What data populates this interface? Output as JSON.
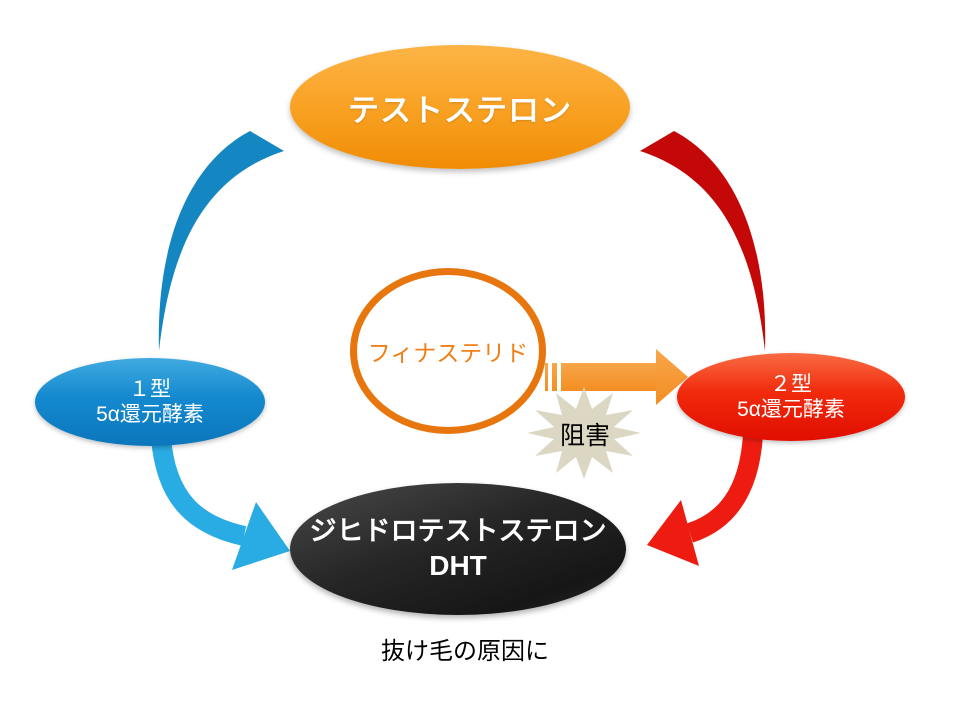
{
  "diagram": {
    "caption": "抜け毛の原因に",
    "nodes": {
      "testosterone": {
        "label": "テストステロン",
        "color": "#F59B1E"
      },
      "type1_reductase": {
        "line1": "１型",
        "line2": "5α還元酵素",
        "color": "#1489CF"
      },
      "type2_reductase": {
        "line1": "２型",
        "line2": "5α還元酵素",
        "color": "#F12A0C"
      },
      "dht": {
        "line1": "ジヒドロテストステロン",
        "line2": "DHT",
        "color": "#262626"
      },
      "finasteride": {
        "label": "フィナステリド",
        "border_color": "#E8760F",
        "text_color": "#EF8018"
      }
    },
    "inhibition": {
      "label": "阻害",
      "burst_color": "#DBD7C3"
    },
    "arrows": {
      "testosterone_to_type1": {
        "color": "#1486C2"
      },
      "testosterone_to_type2": {
        "color": "#C40808"
      },
      "type1_to_dht": {
        "color": "#29ABE3"
      },
      "type2_to_dht": {
        "color": "#EE1C10"
      },
      "finasteride_to_type2": {
        "color": "#F79A3C"
      }
    }
  }
}
